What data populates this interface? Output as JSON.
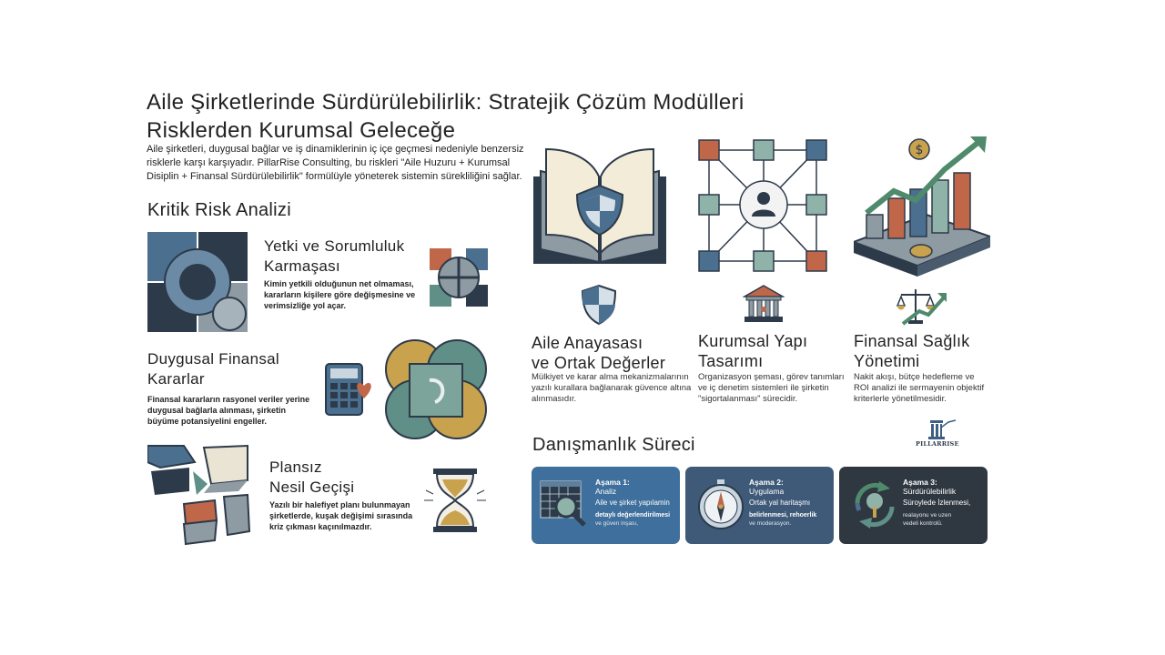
{
  "header": {
    "title_line1": "Aile Şirketlerinde Sürdürülebilirlik: Stratejik Çözüm Modülleri",
    "title_line2": "Risklerden Kurumsal Geleceğe",
    "intro": "Aile şirketleri, duygusal bağlar ve iş dinamiklerinin iç içe geçmesi nedeniyle benzersiz risklerle karşı karşıyadır. PillarRise Consulting, bu riskleri \"Aile Huzuru + Kurumsal Disiplin + Finansal Sürdürülebilirlik\" formülüyle yöneterek sistemin sürekliliğini sağlar."
  },
  "risks": {
    "heading": "Kritik Risk Analizi",
    "items": [
      {
        "title_line1": "Yetki ve Sorumluluk",
        "title_line2": "Karmaşası",
        "desc": "Kimin yetkili olduğunun net olmaması, kararların kişilere göre değişmesine ve verimsizliğe yol açar."
      },
      {
        "title_line1": "Duygusal Finansal",
        "title_line2": "Kararlar",
        "desc": "Finansal kararların rasyonel veriler yerine duygusal bağlarla alınması, şirketin büyüme potansiyelini engeller."
      },
      {
        "title_line1": "Plansız",
        "title_line2": "Nesil Geçişi",
        "desc": "Yazılı bir halefiyet planı bulunmayan şirketlerde, kuşak değişimi sırasında kriz çıkması kaçınılmazdır."
      }
    ]
  },
  "modules": [
    {
      "title_line1": "Aile Anayasası",
      "title_line2": "ve Ortak Değerler",
      "desc": "Mülkiyet ve karar alma mekanizmalarının yazılı kurallara bağlanarak güvence altına alınmasıdır."
    },
    {
      "title_line1": "Kurumsal Yapı",
      "title_line2": "Tasarımı",
      "desc": "Organizasyon şeması, görev tanımları ve iç denetim sistemleri ile şirketin \"sigortalanması\" sürecidir."
    },
    {
      "title_line1": "Finansal Sağlık",
      "title_line2": "Yönetimi",
      "desc": "Nakit akışı, bütçe hedefleme ve ROI analizi ile sermayenin objektif kriterlerle yönetilmesidir."
    }
  ],
  "brand": {
    "logo_text": "PILLARRISE"
  },
  "process": {
    "heading": "Danışmanlık Süreci",
    "cards": [
      {
        "step": "Aşama 1:",
        "name": "Analiz",
        "line1": "Aile ve şirket yapılamin",
        "line2": "detaylı değerlendirilmesi",
        "line3": "ve güven inşası,",
        "color": "#3f6f9c"
      },
      {
        "step": "Aşama 2:",
        "name": "Uygulama",
        "line1": "Ortak yal haritaşmı",
        "line2": "belirlenmesi, rehoerlik",
        "line3": "ve moderasyon.",
        "color": "#3e5a78"
      },
      {
        "step": "Aşama 3:",
        "name": "Sürdürülebilirlik",
        "line1": "Süroylede İzlenmesi,",
        "line2": "realayonu ve uzen",
        "line3": "vedeli kontrolü.",
        "color": "#2f3740"
      }
    ]
  },
  "colors": {
    "navy": "#2d3a4a",
    "steel": "#4a6f8f",
    "teal": "#5f8f86",
    "rust": "#c0674a",
    "gold": "#c9a24e",
    "grey": "#8f9ba3"
  }
}
